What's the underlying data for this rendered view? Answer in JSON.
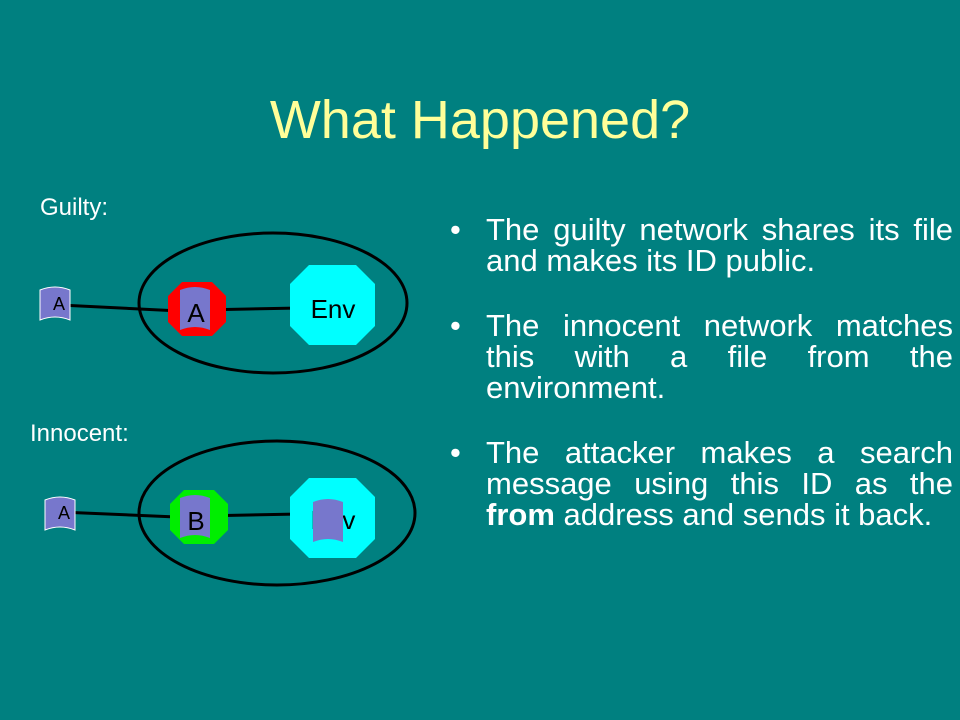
{
  "slide": {
    "title": "What Happened?"
  },
  "diagram": {
    "guilty": {
      "label": "Guilty:",
      "outside_file": "A",
      "node_label": "A",
      "env_label": "Env",
      "node_color": "#ff0000"
    },
    "innocent": {
      "label": "Innocent:",
      "outside_file": "A",
      "node_label": "B",
      "env_label": "Env",
      "node_color": "#00ee00"
    },
    "env_color": "#00ffff",
    "file_color": "#7777cc"
  },
  "bullets": {
    "marker": "•",
    "items": [
      {
        "text": "The guilty network shares its file and makes its ID public."
      },
      {
        "text": "The innocent network matches this with a file from the environment."
      },
      {
        "before": "The attacker makes a search message using this ID as the ",
        "bold": "from",
        "after": " address and sends it back."
      }
    ]
  }
}
